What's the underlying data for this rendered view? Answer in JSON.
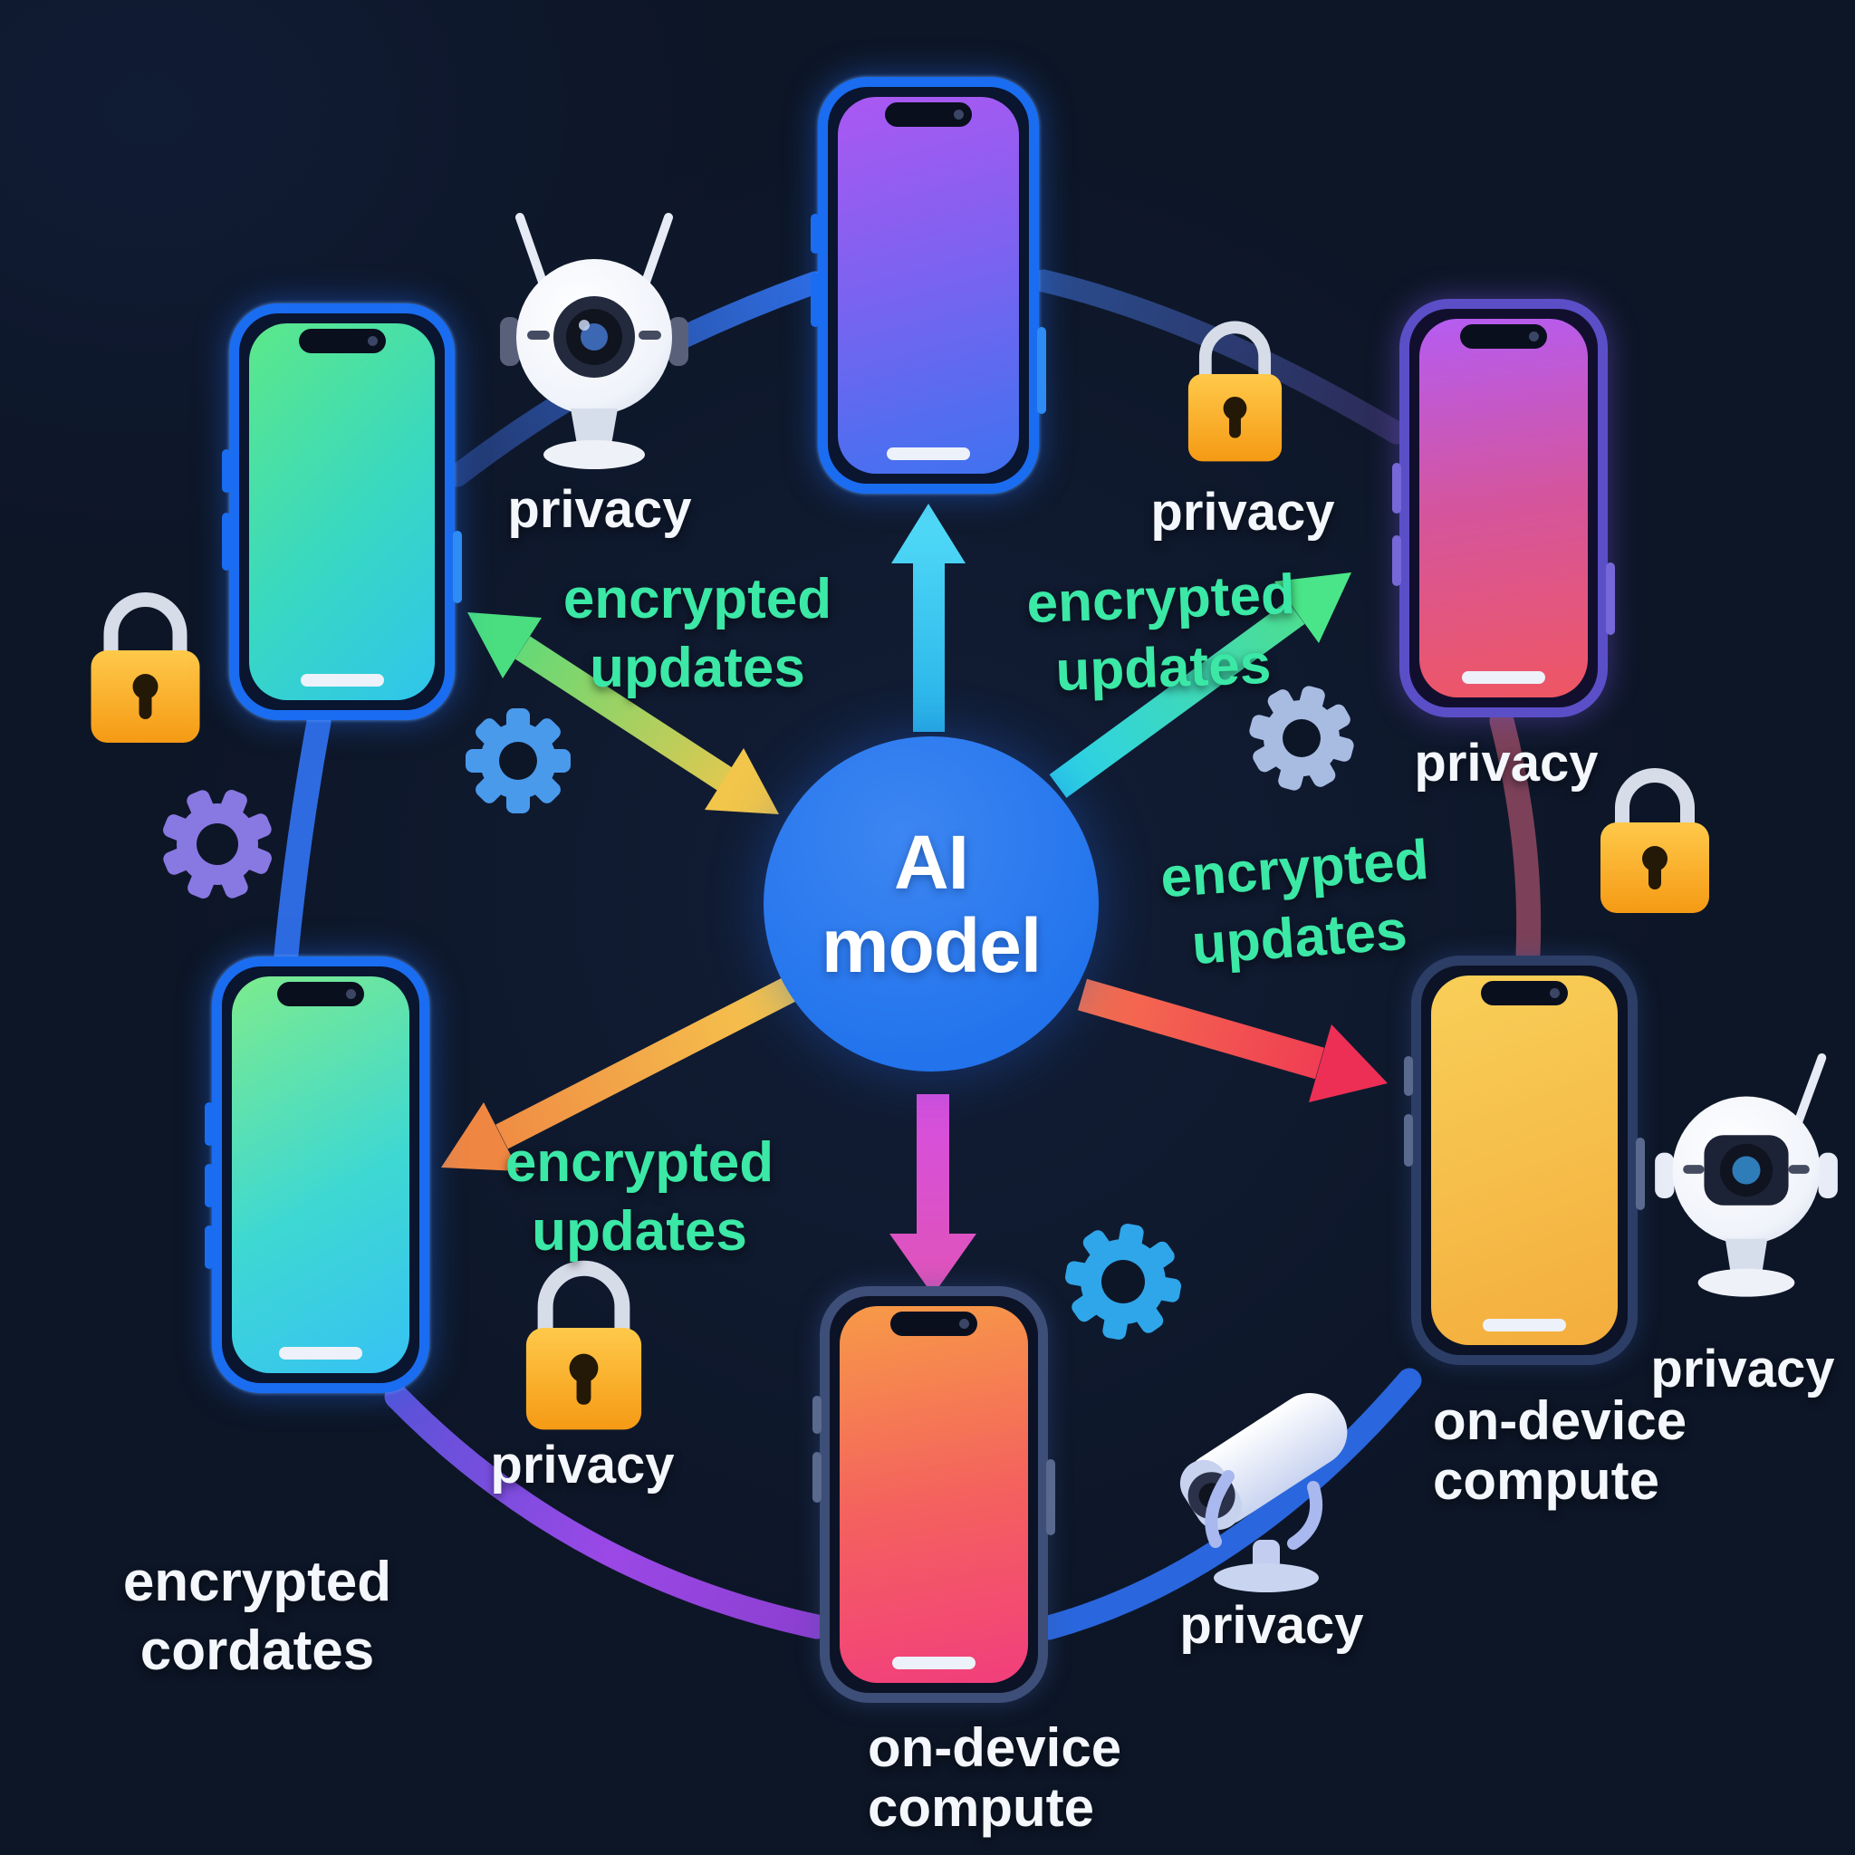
{
  "scene": {
    "name": "federated-learning privacy diagram",
    "description": "six smartphones arranged in a ring around a central AI model node exchanging encrypted updates"
  },
  "center_node": {
    "line1": "AI",
    "line2": "model"
  },
  "edge_labels": [
    {
      "line1": "encrypted",
      "line2": "updates"
    },
    {
      "line1": "encrypted",
      "line2": "updates"
    },
    {
      "line1": "encrypted",
      "line2": "updates"
    },
    {
      "line1": "encrypted",
      "line2": "updates"
    }
  ],
  "privacy_labels": [
    "privacy",
    "privacy",
    "privacy",
    "privacy",
    "privacy",
    "privacy"
  ],
  "device_labels": {
    "bottom_left": {
      "line1": "encrypted",
      "line2": "cordates"
    },
    "bottom_center": {
      "line1": "on-device",
      "line2": "compute"
    },
    "bottom_right": {
      "line1": "on-device",
      "line2": "compute"
    }
  },
  "icon_names": [
    "padlock-icon",
    "gear-icon",
    "webcam-icon",
    "cctv-camera-icon",
    "smartphone-icon",
    "arrow-icon"
  ],
  "colors": {
    "background": "#0d1627",
    "node_blue": "#2273ec",
    "label_green": "#3be8a6",
    "label_white": "#f4f7fc",
    "arrow_cyan": "#38cdf4",
    "arrow_green": "#4ade80",
    "arrow_yellow": "#f2c64a",
    "arrow_orange": "#ef8743",
    "arrow_magenta": "#d94fd4",
    "arrow_red": "#ee2f55",
    "lock_orange": "#f5a814",
    "ring_blue": "#2e6be0",
    "ring_purple": "#8b45e0",
    "ring_maroon": "#7c4158",
    "phone_frame_blue": "#1a6df0",
    "phone_frame_purple": "#5b4fc8"
  }
}
